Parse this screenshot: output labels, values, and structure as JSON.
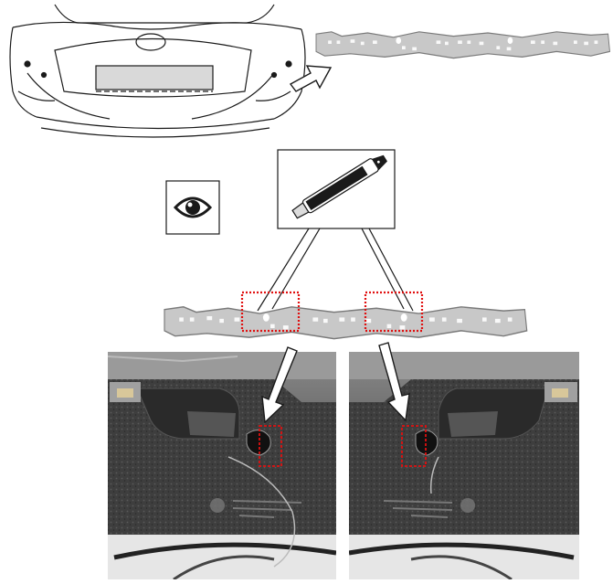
{
  "diagram": {
    "panels": [
      {
        "name": "bumper-overview",
        "description_hidden": true
      },
      {
        "name": "absorber-removed"
      },
      {
        "name": "inspection-note"
      },
      {
        "name": "cutter-tool"
      },
      {
        "name": "cut-locations"
      },
      {
        "name": "photo-left-cut"
      },
      {
        "name": "photo-right-cut"
      }
    ],
    "icons": {
      "inspect": "eye-icon",
      "tool": "utility-knife-icon"
    },
    "colors": {
      "line": "#1a1a1a",
      "absorber_fill": "#c8c8c8",
      "cut_marker": "#e01010",
      "arrow_fill": "#ffffff",
      "foam_dark": "#3b3b3b"
    }
  }
}
